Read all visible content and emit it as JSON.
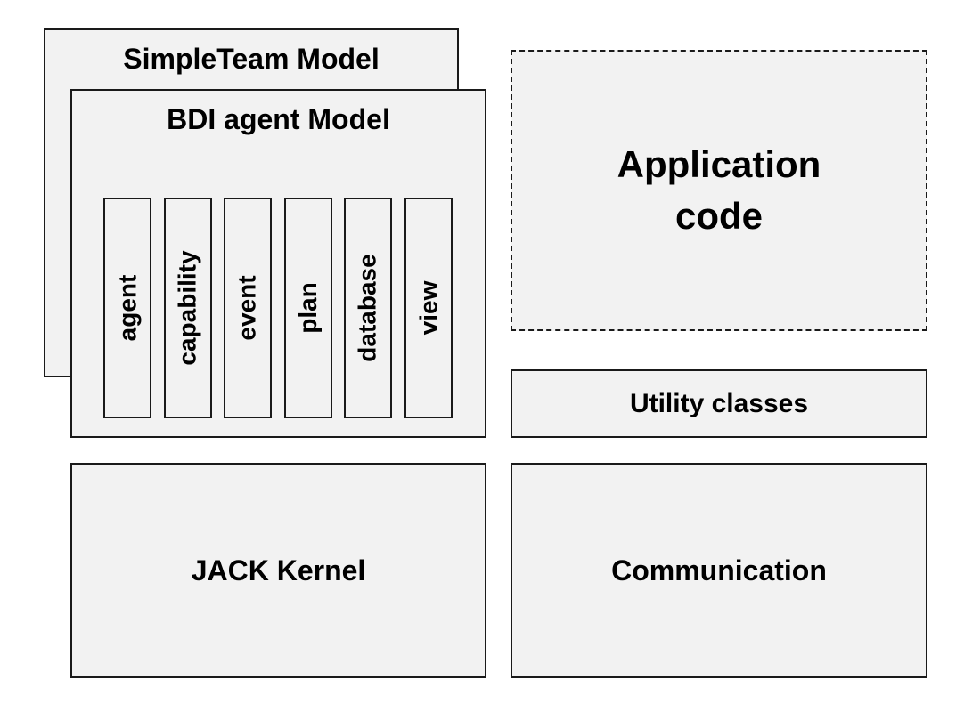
{
  "diagram": {
    "simpleteam": {
      "title": "SimpleTeam Model"
    },
    "bdi": {
      "title": "BDI agent Model",
      "components": [
        "agent",
        "capability",
        "event",
        "plan",
        "database",
        "view"
      ]
    },
    "application": {
      "line1": "Application",
      "line2": "code"
    },
    "utility": {
      "label": "Utility classes"
    },
    "jack": {
      "label": "JACK Kernel"
    },
    "communication": {
      "label": "Communication"
    }
  }
}
